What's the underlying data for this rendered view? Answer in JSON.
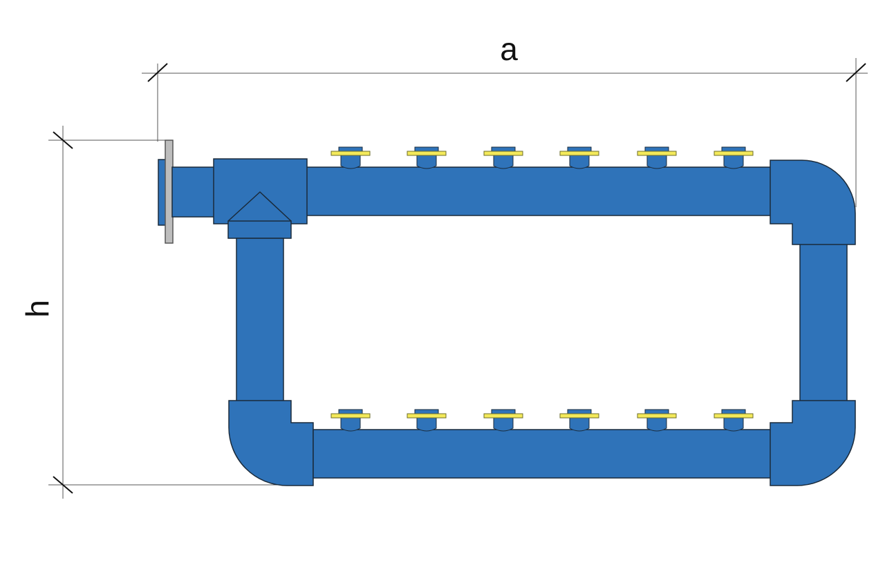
{
  "dimensions": {
    "width_label": "a",
    "height_label": "h"
  },
  "colors": {
    "pipe": "#2f73b9",
    "outline": "#1a2a3a",
    "flange": "#bdbdbd",
    "valve_cap": "#f3e95a",
    "dimension_line": "#555555"
  },
  "outlets": {
    "top_row_count": 6,
    "bottom_row_count": 6
  }
}
